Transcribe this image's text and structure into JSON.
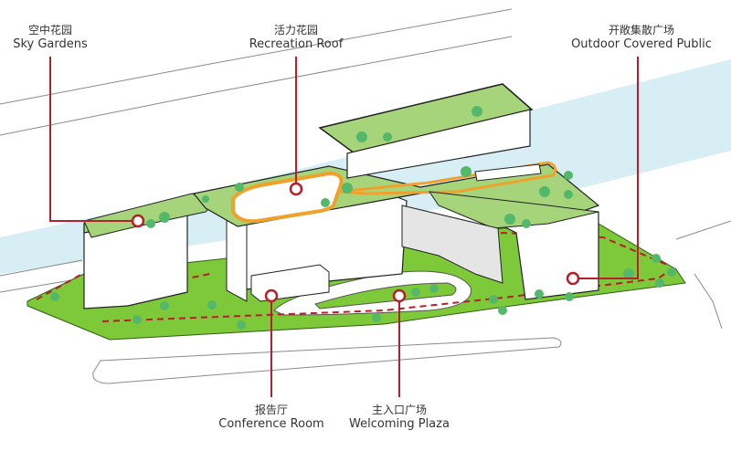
{
  "labels": {
    "sky_gardens": {
      "zh": "空中花园",
      "en": "Sky Gardens"
    },
    "recreation_roof": {
      "zh": "活力花园",
      "en": "Recreation Roof"
    },
    "outdoor_public": {
      "zh": "开敞集散广场",
      "en": "Outdoor Covered Public"
    },
    "conference_room": {
      "zh": "报告厅",
      "en": "Conference Room"
    },
    "welcoming_plaza": {
      "zh": "主入口广场",
      "en": "Welcoming Plaza"
    }
  },
  "colors": {
    "accent_red": "#b5202a",
    "grass": "#7dc93a",
    "roof_green": "#a6d47a",
    "tree": "#54b86a",
    "water": "#d6eef4",
    "building": "#ffffff",
    "outline": "#222222",
    "track": "#f0a12b"
  }
}
